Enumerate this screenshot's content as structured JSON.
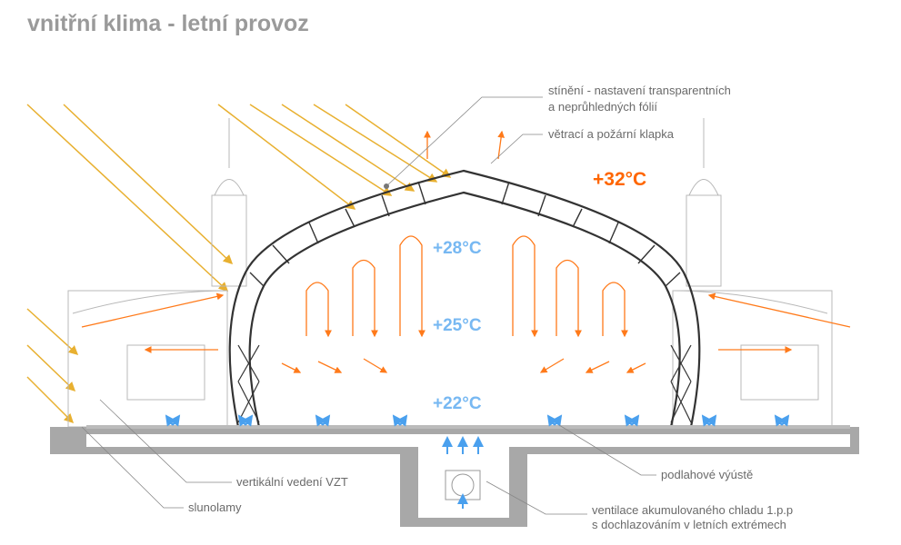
{
  "title": "vnitřní klima - letní provoz",
  "temperatures": {
    "outside": "+32°C",
    "top": "+28°C",
    "middle": "+25°C",
    "bottom": "+22°C"
  },
  "labels": {
    "shading_line1": "stínění - nastavení transparentních",
    "shading_line2": "a neprůhledných fólií",
    "vent_flap": "větrací a požární klapka",
    "floor_outlets": "podlahové výústě",
    "ventilation_line1": "ventilace akumulovaného chladu 1.p.p",
    "ventilation_line2": "s dochlazováním v letních extrémech",
    "vertical_duct": "vertikální vedení VZT",
    "sun_louvers": "slunolamy"
  },
  "colors": {
    "warm": "#ff6600",
    "cool": "#77b8f2",
    "sun": "#e8b030",
    "structure": "#333333",
    "foundation": "#a8a8a8"
  }
}
